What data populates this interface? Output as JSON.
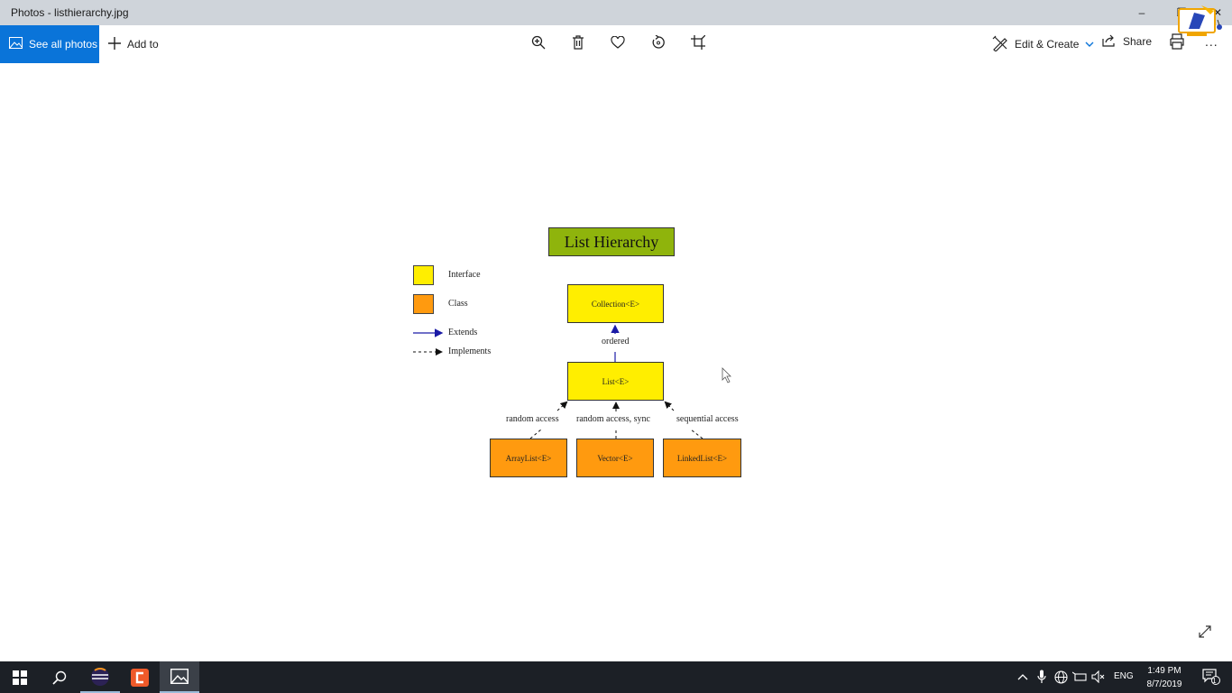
{
  "window": {
    "title": "Photos - listhierarchy.jpg",
    "minimize": "–",
    "maximize": "❐",
    "close": "✕"
  },
  "toolbar": {
    "see_all_photos": "See all photos",
    "add_to": "Add to",
    "edit_create": "Edit & Create",
    "share": "Share",
    "more": "...",
    "tools": [
      "zoom-in-icon",
      "delete-icon",
      "favorite-icon",
      "rotate-icon",
      "crop-icon"
    ]
  },
  "diagram": {
    "title": "List Hierarchy",
    "legend": {
      "interface": "Interface",
      "class": "Class",
      "extends": "Extends",
      "implements": "Implements"
    },
    "nodes": {
      "collection": "Collection<E>",
      "list": "List<E>",
      "arraylist": "ArrayList<E>",
      "vector": "Vector<E>",
      "linkedlist": "LinkedList<E>"
    },
    "edge_labels": {
      "ordered": "ordered",
      "random_access": "random access",
      "random_access_sync": "random access, sync",
      "sequential_access": "sequential access"
    },
    "colors": {
      "interface": "#ffee00",
      "class": "#ff9a0f",
      "title_bg": "#8fb40c",
      "extends_arrow": "#1a1aa6"
    }
  },
  "taskbar": {
    "language": "ENG",
    "time": "1:49 PM",
    "date": "8/7/2019",
    "notification_count": "1"
  }
}
